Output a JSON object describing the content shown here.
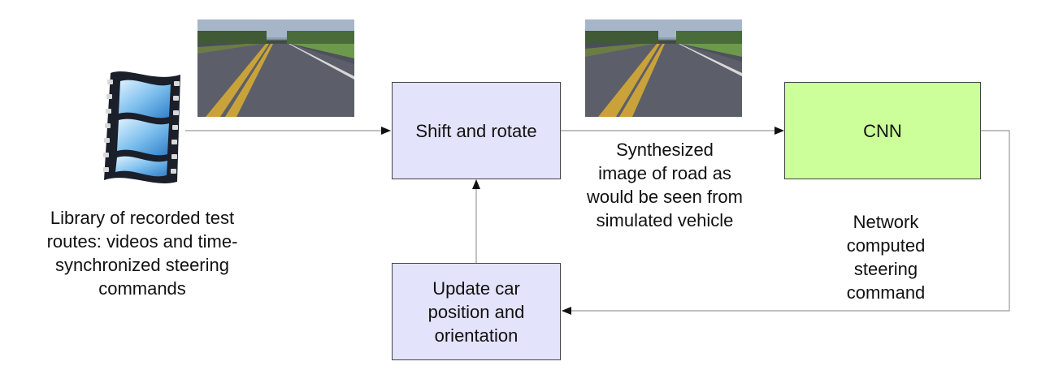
{
  "nodes": {
    "shift_rotate": {
      "label": "Shift and rotate"
    },
    "cnn": {
      "label": "CNN"
    },
    "update_car": {
      "label": "Update car\nposition and\norientation"
    }
  },
  "labels": {
    "library": "Library of recorded test\nroutes: videos and time-\nsynchronized steering\ncommands",
    "synthesized": "Synthesized\nimage of road as\nwould be seen from\nsimulated vehicle",
    "network": "Network\ncomputed\nsteering\ncommand"
  },
  "icons": {
    "library": "film-strip-icon",
    "road_input": "road-photo-image",
    "road_synth": "road-photo-image"
  },
  "colors": {
    "process_fill": "#e3e3fb",
    "cnn_fill": "#ccff99",
    "arrow": "#888888",
    "border": "#444444"
  }
}
